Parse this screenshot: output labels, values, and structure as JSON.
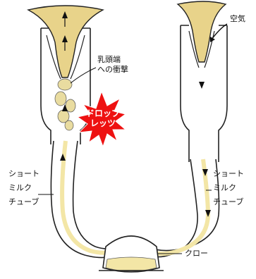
{
  "labels": {
    "air": "空気",
    "teat_end": "乳頭端",
    "impact": "への衝撃",
    "short_milk_tube_left": [
      "ショート",
      "ミルク",
      "チューブ"
    ],
    "short_milk_tube_right": [
      "ショート",
      "ミルク",
      "チューブ"
    ],
    "claw": "クロー"
  },
  "burst": {
    "line1": "ドロップ",
    "line2": "レッツ"
  },
  "colors": {
    "teat": "#e8d38a",
    "teat_dark": "#c9a84a",
    "milk": "#f3e6a6",
    "liner": "#ffffff",
    "outline": "#222222",
    "burst": "#ee1111"
  },
  "icons": [
    "arrow-up-icon",
    "arrow-down-icon"
  ]
}
